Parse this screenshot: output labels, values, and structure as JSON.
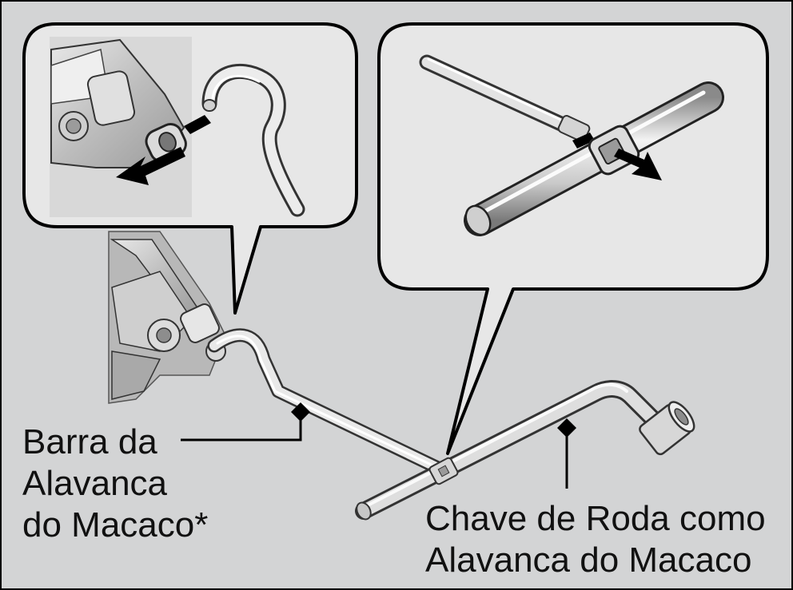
{
  "labels": {
    "barra": [
      "Barra da",
      "Alavanca",
      "do Macaco*"
    ],
    "chave": [
      "Chave de Roda como",
      "Alavanca do Macaco"
    ]
  },
  "colors": {
    "background": "#d3d4d5",
    "callout_fill": "#e6e6e6",
    "stroke": "#000000",
    "metal_light": "#f2f2f2",
    "metal_dark": "#7c7c7c"
  }
}
